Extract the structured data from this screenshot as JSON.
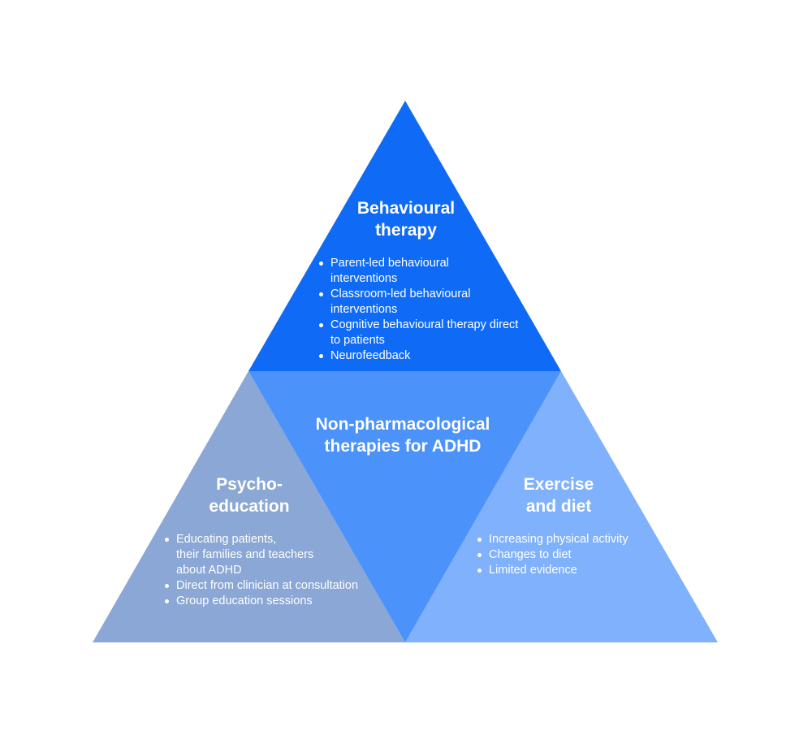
{
  "colors": {
    "top": "#0f6bf5",
    "center": "#4c92fb",
    "left": "#8aa7d6",
    "right": "#80b1fc",
    "text": "#ffffff"
  },
  "center": {
    "title": [
      "Non-pharmacological",
      "therapies for ADHD"
    ]
  },
  "top": {
    "title": [
      "Behavioural",
      "therapy"
    ],
    "items": [
      [
        "Parent-led behavioural",
        "interventions"
      ],
      [
        "Classroom-led behavioural",
        "interventions"
      ],
      [
        "Cognitive behavioural therapy direct",
        "to patients"
      ],
      [
        "Neurofeedback"
      ]
    ]
  },
  "left": {
    "title": [
      "Psycho-",
      "education"
    ],
    "items": [
      [
        "Educating patients,",
        "their families and teachers",
        "about ADHD"
      ],
      [
        "Direct from clinician at consultation"
      ],
      [
        "Group education sessions"
      ]
    ]
  },
  "right": {
    "title": [
      "Exercise",
      "and diet"
    ],
    "items": [
      [
        "Increasing physical activity"
      ],
      [
        "Changes to diet"
      ],
      [
        "Limited evidence"
      ]
    ]
  }
}
